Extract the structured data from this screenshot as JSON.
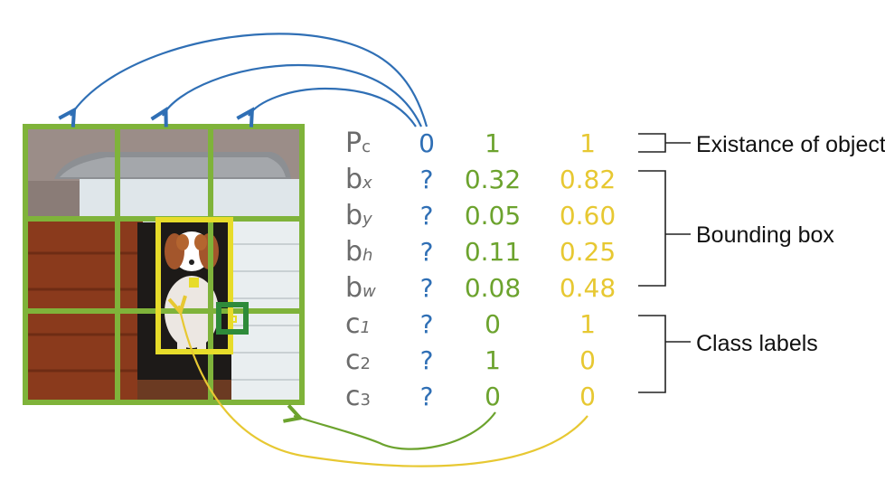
{
  "rows": [
    {
      "main": "P",
      "sub": "c",
      "italic": false
    },
    {
      "main": "b",
      "sub": "x",
      "italic": true
    },
    {
      "main": "b",
      "sub": "y",
      "italic": true
    },
    {
      "main": "b",
      "sub": "h",
      "italic": true
    },
    {
      "main": "b",
      "sub": "w",
      "italic": true
    },
    {
      "main": "c",
      "sub": "1",
      "italic": true
    },
    {
      "main": "c",
      "sub": "2",
      "italic": false
    },
    {
      "main": "c",
      "sub": "3",
      "italic": false
    }
  ],
  "columns": [
    {
      "key": "blue",
      "color": "#2f6fb5",
      "values": [
        "0",
        "?",
        "?",
        "?",
        "?",
        "?",
        "?",
        "?"
      ]
    },
    {
      "key": "green",
      "color": "#6ca32e",
      "values": [
        "1",
        "0.32",
        "0.05",
        "0.11",
        "0.08",
        "0",
        "1",
        "0"
      ]
    },
    {
      "key": "yellow",
      "color": "#e7c832",
      "values": [
        "1",
        "0.82",
        "0.60",
        "0.25",
        "0.48",
        "1",
        "0",
        "0"
      ]
    }
  ],
  "brackets": {
    "existence": "Existance of object",
    "bounding": "Bounding box",
    "class": "Class labels"
  },
  "colors": {
    "grid": "#7fb33a",
    "blue": "#2f6fb5",
    "green": "#6ca32e",
    "dark_green": "#2e8b3a",
    "yellow": "#e7dc2a",
    "label_gray": "#6b6b6b",
    "bracket_black": "#222222"
  }
}
